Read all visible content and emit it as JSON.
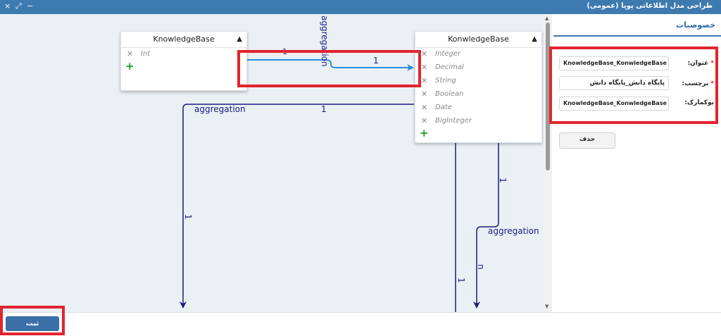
{
  "window": {
    "title": "طراحی مدل اطلاعاتی پویا (عمومی)",
    "close_glyph": "×",
    "maximize_glyph": "⤢",
    "minimize_glyph": "−"
  },
  "entities": [
    {
      "name": "KnowledgeBase",
      "attributes": [
        "Int"
      ]
    },
    {
      "name": "KonwledgeBase",
      "attributes": [
        "Integer",
        "Decimal",
        "String",
        "Boolean",
        "Date",
        "BigInteger"
      ]
    }
  ],
  "links": {
    "top_card_left": "1",
    "top_card_right": "1",
    "top_vertical": "aggregation",
    "left_agg": "aggregation",
    "left_card_top": "1",
    "left_card_vertical": "1",
    "right_card_upper": "1",
    "right_agg": "aggregation",
    "right_card_lower": "n",
    "mid_card_lower": "1"
  },
  "properties": {
    "title": "خصوصیات",
    "fields": [
      {
        "label": "عنوان:",
        "required": true,
        "value": "KnowledgeBase_KonwledgeBase"
      },
      {
        "label": "برچسب:",
        "required": true,
        "value": "پایگاه دانش_پایگاه دانش"
      },
      {
        "label": "بوکمارک:",
        "required": false,
        "value": "KnowledgeBase_KonwledgeBase"
      }
    ],
    "required_marker": "*",
    "delete_label": "حذف"
  },
  "footer": {
    "save_label": "ثبت"
  },
  "colors": {
    "titlebar": "#3d7aaf",
    "link_primary": "#1a1a80",
    "link_selected": "#2f8be8",
    "highlight": "#e2242f",
    "add_icon": "#1f9a1f"
  }
}
